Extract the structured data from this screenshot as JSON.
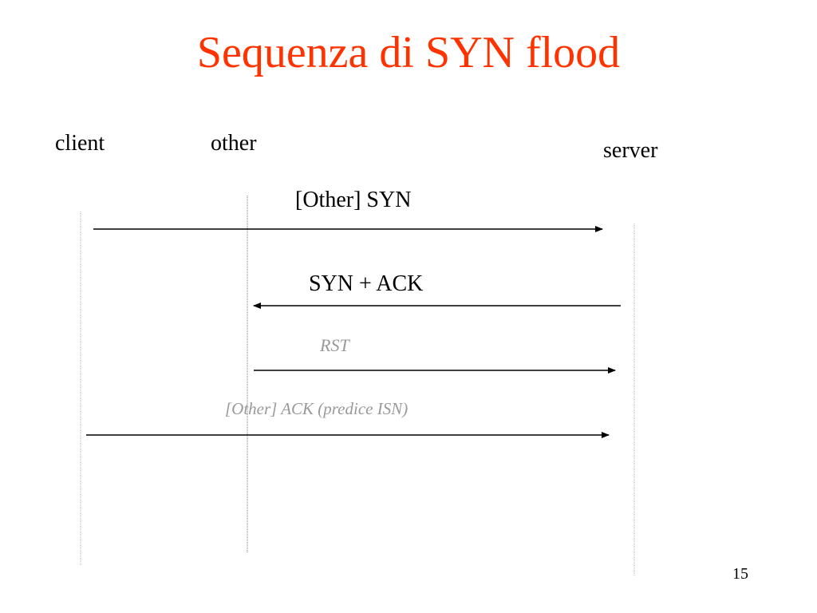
{
  "slide": {
    "title": "Sequenza di SYN flood",
    "page_number": "15"
  },
  "actors": {
    "client": "client",
    "other": "other",
    "server": "server"
  },
  "messages": [
    {
      "label": "[Other] SYN",
      "from": "client",
      "to": "server",
      "style": "normal"
    },
    {
      "label": "SYN + ACK",
      "from": "server",
      "to": "other",
      "style": "normal"
    },
    {
      "label": "RST",
      "from": "other",
      "to": "server",
      "style": "faded"
    },
    {
      "label": "[Other] ACK (predice ISN)",
      "from": "client",
      "to": "server",
      "style": "faded"
    }
  ],
  "colors": {
    "title": "#ff3300",
    "text": "#000000",
    "faded_text": "#999999",
    "lifeline": "#b0b0b0",
    "arrow": "#000000"
  }
}
